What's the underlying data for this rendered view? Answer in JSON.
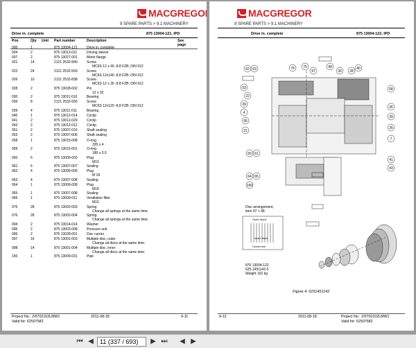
{
  "brand": "MACGREGOR",
  "left_page": {
    "breadcrumb": "9 SPARE PARTS > 9.1 MACHINERY",
    "title": "Drive in. complete",
    "doc_code": "875 13004-121, IPD",
    "columns": {
      "pos": "Pos",
      "qty": "Qty",
      "unit": "Unit",
      "part_number": "Part number",
      "description": "Description",
      "see_page": "See page"
    },
    "rows": [
      {
        "pos": "000",
        "qty": "1",
        "pn": "875 13004-121",
        "desc": [
          "Drive in. complete"
        ]
      },
      {
        "pos": "004",
        "qty": "2",
        "pn": "875 13013-011",
        "desc": [
          "Driving sleeve"
        ]
      },
      {
        "pos": "007",
        "qty": "2",
        "pn": "875 13027-001",
        "desc": [
          "Motor flange"
        ]
      },
      {
        "pos": "021",
        "qty": "14",
        "pn": "2121 2532-840",
        "desc": [
          "Screw",
          "MC6S 12 x 40 -8.8 FZB; DIN 912"
        ]
      },
      {
        "pos": "022",
        "qty": "24",
        "pn": "2121 2532-559",
        "desc": [
          "Screw",
          "MC6S 12x140 -8.8 FZB; DIN 912"
        ]
      },
      {
        "pos": "026",
        "qty": "10",
        "pn": "2121 2532-838",
        "desc": [
          "Screw",
          "MC6S 12 x 35 -8.8 FZB; DIN 912"
        ]
      },
      {
        "pos": "028",
        "qty": "2",
        "pn": "875 13028-002",
        "desc": [
          "Pin",
          "12 x 32"
        ]
      },
      {
        "pos": "030",
        "qty": "2",
        "pn": "875 13011-010",
        "desc": [
          "Bearing"
        ]
      },
      {
        "pos": "036",
        "qty": "8",
        "pn": "2121 2532-556",
        "desc": [
          "Screw",
          "MC6S 12x120 -8.8 FZB; DIN 912"
        ]
      },
      {
        "pos": "039",
        "qty": "4",
        "pn": "875 13011-011",
        "desc": [
          "Bearing"
        ]
      },
      {
        "pos": "040",
        "qty": "1",
        "pn": "875 13012-014",
        "desc": [
          "Circlip"
        ]
      },
      {
        "pos": "041",
        "qty": "2",
        "pn": "875 13012-029",
        "desc": [
          "Circlip"
        ]
      },
      {
        "pos": "043",
        "qty": "2",
        "pn": "875 13012-012",
        "desc": [
          "Circlip"
        ]
      },
      {
        "pos": "051",
        "qty": "2",
        "pn": "875 13007-016",
        "desc": [
          "Shaft sealing"
        ]
      },
      {
        "pos": "053",
        "qty": "2",
        "pn": "875 13007-006",
        "desc": [
          "Shaft sealing"
        ]
      },
      {
        "pos": "058",
        "qty": "1",
        "pn": "875 13015-008",
        "desc": [
          "O-ring",
          "335 x 4"
        ]
      },
      {
        "pos": "059",
        "qty": "2",
        "pn": "875 13015-001",
        "desc": [
          "O-ring",
          "180 x 3.0"
        ]
      },
      {
        "pos": "060",
        "qty": "6",
        "pn": "875 13006-003",
        "desc": [
          "Plug",
          "M10"
        ]
      },
      {
        "pos": "061",
        "qty": "6",
        "pn": "875 13007-007",
        "desc": [
          "Sealing"
        ]
      },
      {
        "pos": "062",
        "qty": "4",
        "pn": "875 13006-006",
        "desc": [
          "Plug",
          "M 18"
        ]
      },
      {
        "pos": "063",
        "qty": "4",
        "pn": "875 13007-008",
        "desc": [
          "Sealing"
        ]
      },
      {
        "pos": "064",
        "qty": "1",
        "pn": "875 13006-008",
        "desc": [
          "Plug",
          "M18"
        ]
      },
      {
        "pos": "065",
        "qty": "1",
        "pn": "875 13007-008",
        "desc": [
          "Sealing"
        ]
      },
      {
        "pos": "066",
        "qty": "1",
        "pn": "875 13009-011",
        "desc": [
          "Ventilation filter",
          "M10"
        ]
      },
      {
        "pos": "075",
        "qty": "28",
        "pn": "875 13002-003",
        "desc": [
          "Spring",
          "Change all springs at the same time."
        ]
      },
      {
        "pos": "076",
        "qty": "28",
        "pn": "875 13002-004",
        "desc": [
          "Spring",
          "Change all springs at the same time."
        ]
      },
      {
        "pos": "094",
        "qty": "2",
        "pn": "875 13014-014",
        "desc": [
          "Washer"
        ]
      },
      {
        "pos": "095",
        "qty": "2",
        "pn": "875 13003-008",
        "desc": [
          "Pressure unit"
        ]
      },
      {
        "pos": "096",
        "qty": "2",
        "pn": "875 13028-001",
        "desc": [
          "Disc carrier"
        ]
      },
      {
        "pos": "097",
        "qty": "16",
        "pn": "875 13001-003",
        "desc": [
          "Multiple disc, outer",
          "Change all discs at the same time."
        ]
      },
      {
        "pos": "098",
        "qty": "14",
        "pn": "875 13001-004",
        "desc": [
          "Multiple disc, inner",
          "Change all discs at the same time."
        ]
      },
      {
        "pos": "150",
        "qty": "1",
        "pn": "875 13009-031",
        "desc": [
          "Pipe"
        ]
      }
    ],
    "footer": {
      "project": "Project No.: 2/0702102LMW1",
      "valid": "Valid for: 62507582",
      "date": "2011-08-18",
      "page": "9-11"
    }
  },
  "right_page": {
    "breadcrumb": "9 SPARE PARTS > 9.1 MACHINERY",
    "title": "Drive in. complete",
    "doc_code": "875 13004-122, IPD",
    "callouts_left": [
      "62",
      "63",
      "53",
      "22",
      "39",
      "4",
      "95",
      "21",
      "60",
      "61",
      "64",
      "65",
      "150"
    ],
    "callouts_top": [
      "76",
      "75",
      "97",
      "98",
      "30",
      "28",
      "40"
    ],
    "callouts_right": [
      "58",
      "36",
      "39",
      "26",
      "7",
      "41",
      "43"
    ],
    "disc_note": [
      "Disc arrangement,",
      "item 97 + 98"
    ],
    "disc_labels": {
      "outer": "Outer discs",
      "inner": "Inner discs",
      "center": "Center line"
    },
    "weight_note": [
      "875 13004-122",
      "625-1451142.0",
      "Weight 162 kg"
    ],
    "figure_caption": "Figure 4. 6251451142",
    "footer": {
      "project": "Project No.: 2/0702102LMW1",
      "valid": "Valid for: 62507582",
      "date": "2011-08-18",
      "page": "9-12"
    }
  },
  "viewer": {
    "page_indicator": "11 (337 / 693)",
    "icons": [
      "first-page-icon",
      "prev-page-icon",
      "next-page-icon",
      "last-page-icon",
      "back-icon",
      "forward-icon"
    ]
  }
}
